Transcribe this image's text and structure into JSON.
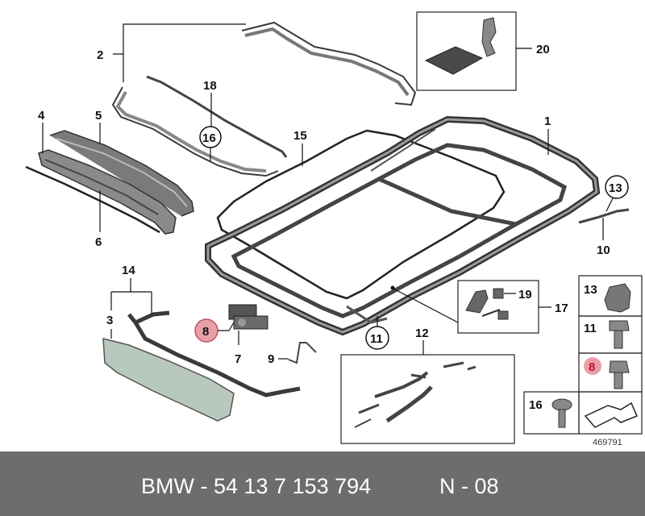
{
  "diagram": {
    "callouts": {
      "c1": "1",
      "c2": "2",
      "c3": "3",
      "c4": "4",
      "c5": "5",
      "c6": "6",
      "c7": "7",
      "c8": "8",
      "c9": "9",
      "c10": "10",
      "c11": "11",
      "c12": "12",
      "c13": "13",
      "c14": "14",
      "c15": "15",
      "c16": "16",
      "c17": "17",
      "c18": "18",
      "c19": "19",
      "c20": "20"
    },
    "legend": {
      "l13": "13",
      "l11": "11",
      "l8": "8",
      "l16": "16"
    },
    "image_number": "469791",
    "highlight_color": "#e8a0a8"
  },
  "footer": {
    "part_number": "BMW - 54 13 7 153 794",
    "suffix": "N - 08"
  }
}
